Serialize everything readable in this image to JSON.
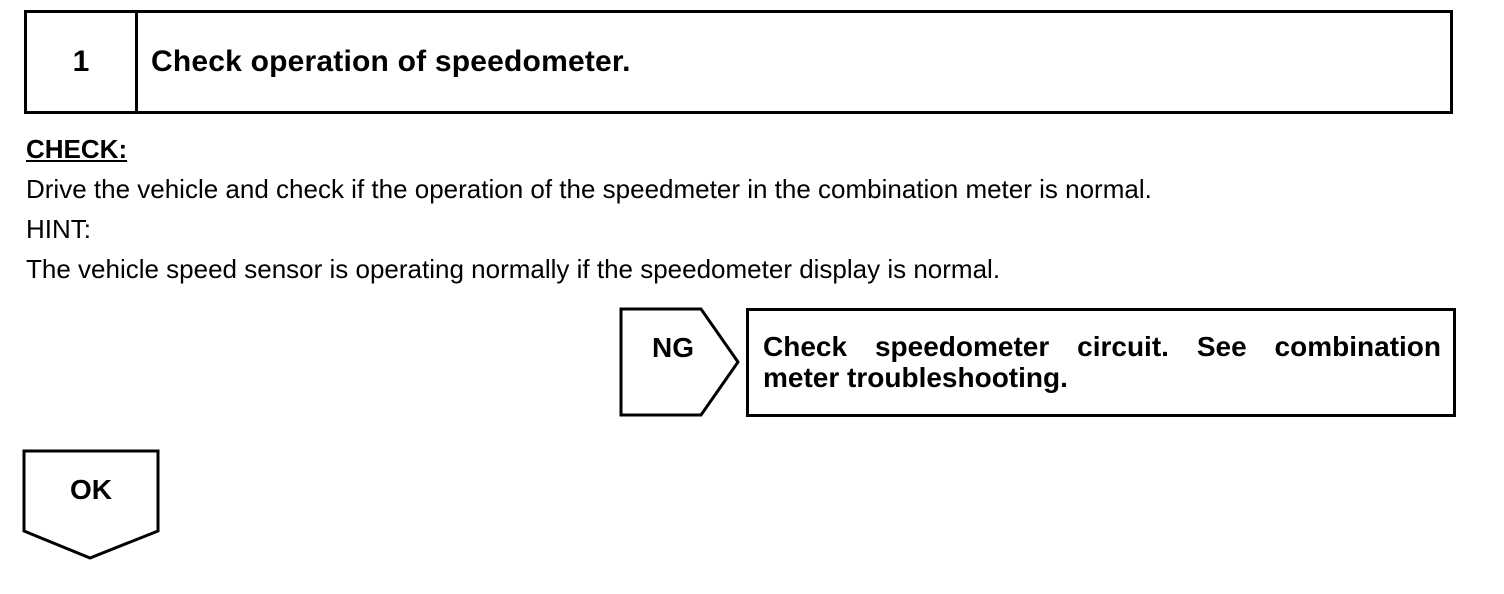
{
  "step": {
    "number": "1",
    "title": "Check operation of speedometer."
  },
  "check": {
    "label": "CHECK:",
    "text": "Drive the vehicle and check if the operation of the speedmeter in the combination meter is normal."
  },
  "hint": {
    "label": "HINT:",
    "text": "The vehicle speed sensor is operating normally if the speedometer display is normal."
  },
  "ng_branch": {
    "label": "NG",
    "result": "Check speedometer circuit. See combination meter troubleshooting."
  },
  "ok_branch": {
    "label": "OK"
  }
}
